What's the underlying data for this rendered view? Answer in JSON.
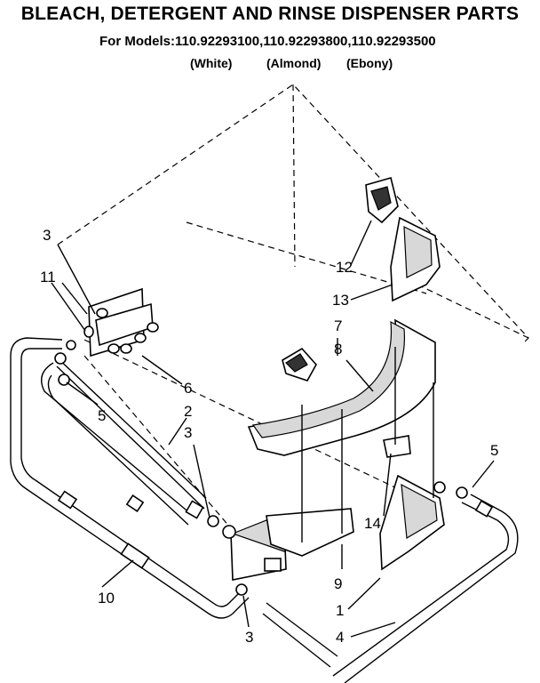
{
  "header": {
    "title": "BLEACH, DETERGENT AND RINSE DISPENSER PARTS",
    "models_line": "For Models:110.92293100,110.92293800,110.92293500",
    "variants": [
      "(White)",
      "(Almond)",
      "(Ebony)"
    ]
  },
  "callouts": {
    "c1": "1",
    "c2": "2",
    "c3a": "3",
    "c3b": "3",
    "c3c": "3",
    "c4": "4",
    "c5a": "5",
    "c5b": "5",
    "c6": "6",
    "c7": "7",
    "c8": "8",
    "c9": "9",
    "c10": "10",
    "c11": "11",
    "c12": "12",
    "c13": "13",
    "c14": "14"
  }
}
